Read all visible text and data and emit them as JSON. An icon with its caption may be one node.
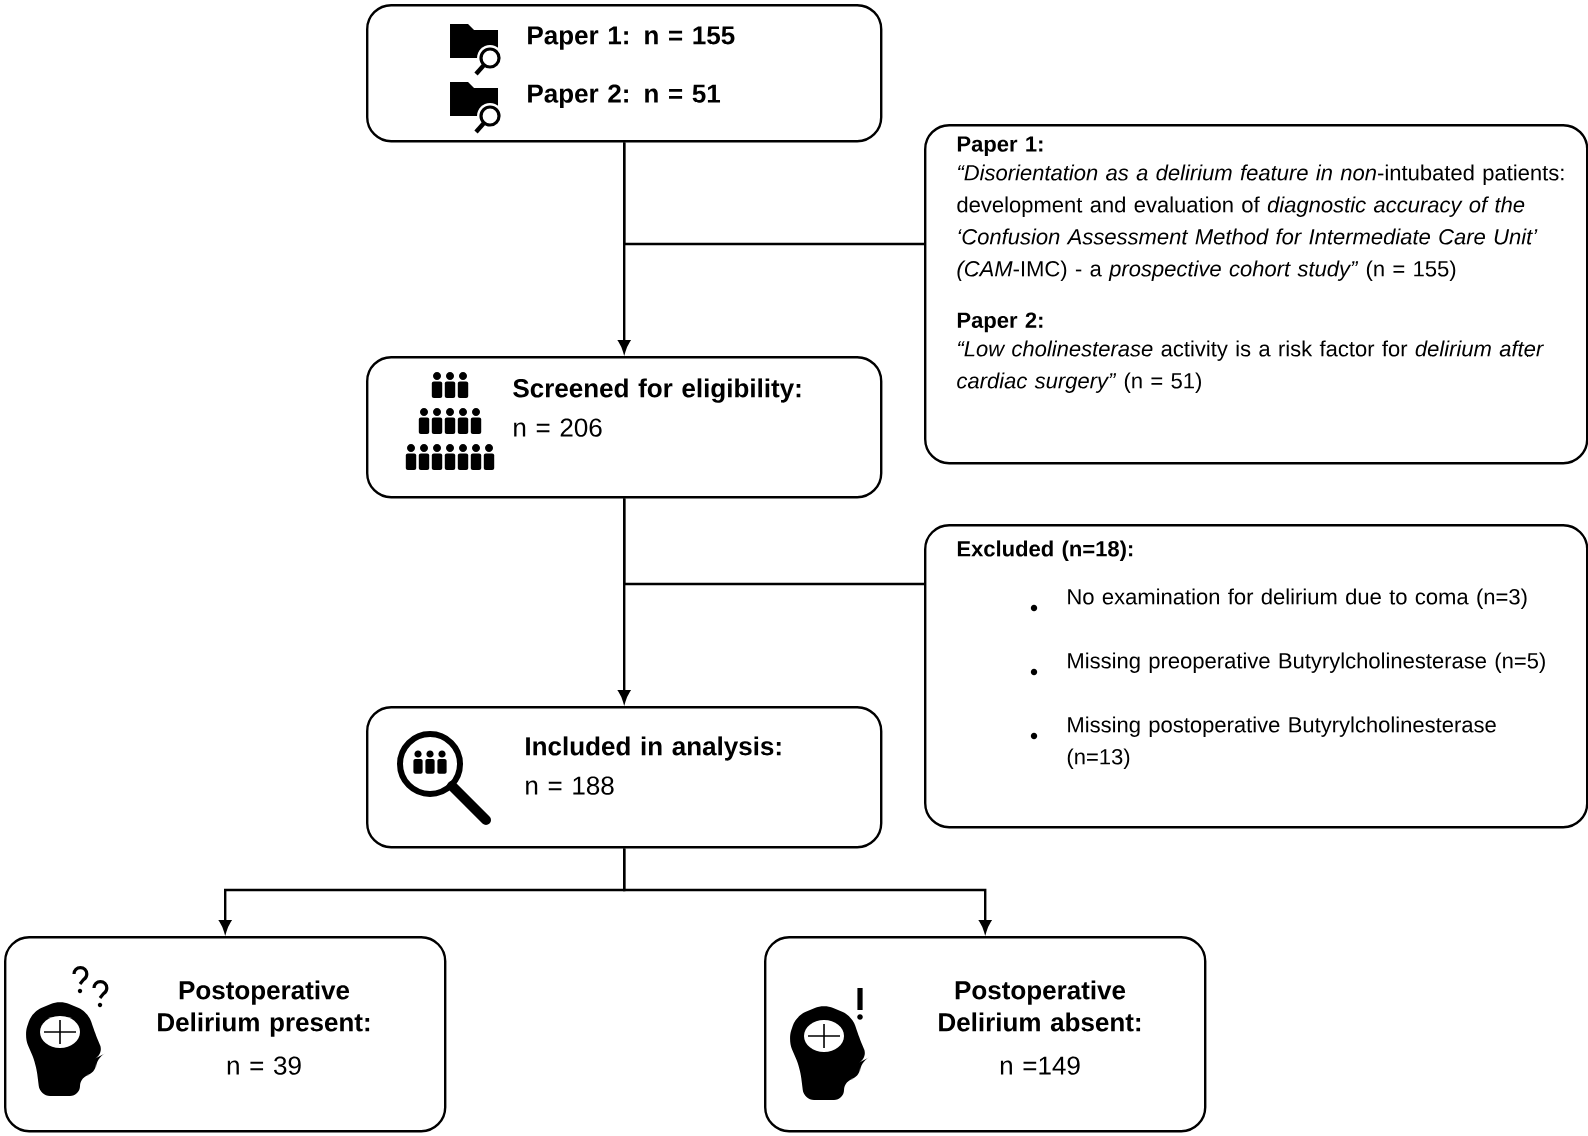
{
  "diagram": {
    "nodes": [
      {
        "text": [
          "Paper 1: n = 155",
          "Paper 2: n = 51"
        ]
      },
      {
        "text": [
          "Paper 1:",
          "*“Disorientation as a delirium feature in non*-intubated patients: development and evaluation of *diagnostic accuracy of the ‘Confusion Assessment Method for Intermediate Care Unit’ (CAM*-IMC) - a *prospective cohort study”* (n = 155)",
          "Paper 2:",
          "*“Low cholinesterase* activity is a risk factor for *delirium after cardiac surgery”* (n = 51)"
        ]
      },
      {
        "text": [
          "Screened for eligibility:",
          "n = 206"
        ]
      },
      {
        "text": [
          "Excluded (n=18):",
          "No examination for delirium due to coma (n=3)",
          "Missing preoperative Butyrylcholinesterase (n=5)",
          "Missing postoperative Butyrylcholinesterase (n=13)"
        ]
      },
      {
        "text": [
          "Included in analysis:",
          "n = 188"
        ]
      },
      {
        "text": [
          "Postoperative Delirium present:",
          "n = 39"
        ]
      },
      {
        "text": [
          "Postoperative Delirium absent:",
          "n =149"
        ]
      }
    ],
    "edges": [
      {
        "from": 0,
        "to": 2,
        "arrow": "to"
      },
      {
        "from": 0,
        "to": 1,
        "arrow": "none"
      },
      {
        "from": 2,
        "to": 4,
        "arrow": "to"
      },
      {
        "from": 2,
        "to": 3,
        "arrow": "none"
      },
      {
        "from": 4,
        "to": 5,
        "arrow": "to"
      },
      {
        "from": 4,
        "to": 6,
        "arrow": "to"
      }
    ]
  }
}
